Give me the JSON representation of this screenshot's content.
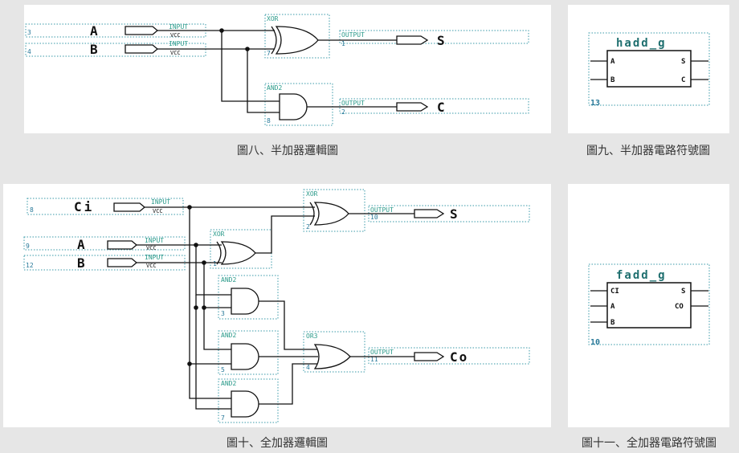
{
  "captions": {
    "half_logic": "圖八、半加器邏輯圖",
    "half_symbol": "圖九、半加器電路符號圖",
    "full_logic": "圖十、全加器邏輯圖",
    "full_symbol": "圖十一、全加器電路符號圖"
  },
  "half_adder": {
    "in_a": {
      "name": "A",
      "num": "3",
      "type": "INPUT",
      "vcc": "VCC"
    },
    "in_b": {
      "name": "B",
      "num": "4",
      "type": "INPUT",
      "vcc": "VCC"
    },
    "xor_label": "XOR",
    "xor_num": "7",
    "and_label": "AND2",
    "and_num": "8",
    "out_s": {
      "name": "S",
      "num": "1",
      "type": "OUTPUT"
    },
    "out_c": {
      "name": "C",
      "num": "2",
      "type": "OUTPUT"
    }
  },
  "half_symbol": {
    "title": "hadd_g",
    "pin_a": "A",
    "pin_b": "B",
    "pin_s": "S",
    "pin_c": "C",
    "num": "13"
  },
  "full_adder": {
    "in_ci": {
      "name": "Ci",
      "num": "8",
      "type": "INPUT",
      "vcc": "VCC"
    },
    "in_a": {
      "name": "A",
      "num": "9",
      "type": "INPUT",
      "vcc": "VCC"
    },
    "in_b": {
      "name": "B",
      "num": "12",
      "type": "INPUT",
      "vcc": "VCC"
    },
    "xor_top_label": "XOR",
    "xor_top_num": "2",
    "xor_mid_label": "XOR",
    "xor_mid_num": "1",
    "and1_label": "AND2",
    "and1_num": "3",
    "and2_label": "AND2",
    "and2_num": "5",
    "and3_label": "AND2",
    "and3_num": "7",
    "or_label": "OR3",
    "or_num": "4",
    "out_s": {
      "name": "S",
      "num": "10",
      "type": "OUTPUT"
    },
    "out_co": {
      "name": "Co",
      "num": "11",
      "type": "OUTPUT"
    }
  },
  "full_symbol": {
    "title": "fadd_g",
    "pin_ci": "CI",
    "pin_a": "A",
    "pin_b": "B",
    "pin_s": "S",
    "pin_co": "CO",
    "num": "10"
  }
}
